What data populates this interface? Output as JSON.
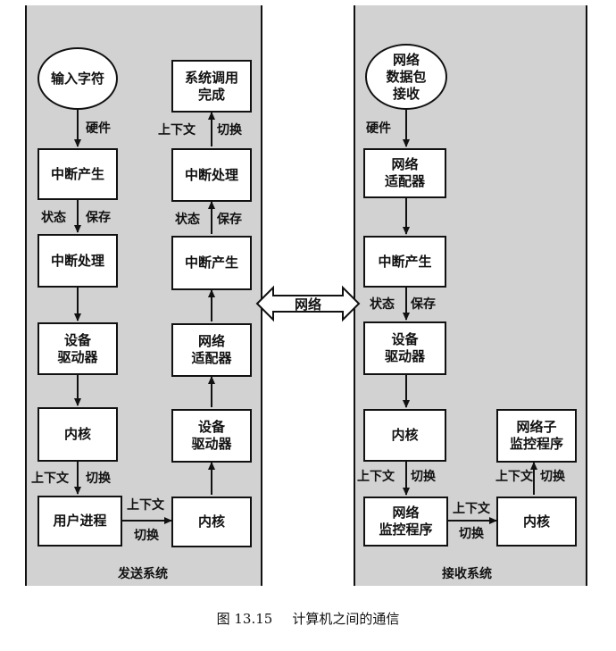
{
  "sending": {
    "title": "发送系统",
    "input_char": "输入字符",
    "interrupt_gen": "中断产生",
    "interrupt_proc": "中断处理",
    "device_driver": "设备\n驱动器",
    "kernel": "内核",
    "user_process": "用户进程",
    "kernel2": "内核",
    "device_driver2": "设备\n驱动器",
    "net_adapter": "网络\n适配器",
    "interrupt_gen2": "中断产生",
    "interrupt_proc2": "中断处理",
    "syscall_done": "系统调用\n完成",
    "labels": {
      "hardware": "硬件",
      "state": "状态",
      "save": "保存",
      "context": "上下文",
      "switch": "切换",
      "state2": "状态",
      "save2": "保存",
      "context2": "上下文",
      "switch2": "切换",
      "context3": "上下文",
      "switch3": "切换"
    }
  },
  "network": "网络",
  "receiving": {
    "title": "接收系统",
    "packet_recv": "网络\n数据包\n接收",
    "net_adapter": "网络\n适配器",
    "interrupt_gen": "中断产生",
    "device_driver": "设备\n驱动器",
    "kernel": "内核",
    "net_monitor": "网络\n监控程序",
    "kernel2": "内核",
    "net_submonitor": "网络子\n监控程序",
    "labels": {
      "hardware": "硬件",
      "state": "状态",
      "save": "保存",
      "context": "上下文",
      "switch": "切换",
      "context2": "上下文",
      "switch2": "切换",
      "context3": "上下文",
      "switch3": "切换"
    }
  },
  "caption": {
    "number": "图 13.15",
    "text": "计算机之间的通信"
  }
}
